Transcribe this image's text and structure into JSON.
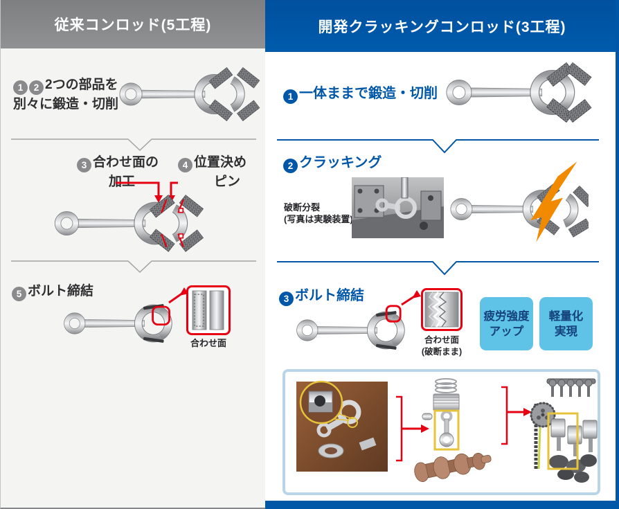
{
  "left_panel": {
    "header": "従来コンロッド(5工程)",
    "step12": {
      "num1": "1",
      "num2": "2",
      "line1": "2つの部品を",
      "line2": "別々に鍛造・切削"
    },
    "step3": {
      "num": "3",
      "line1": "合わせ面の",
      "line2": "加工"
    },
    "step4": {
      "num": "4",
      "line1": "位置決め",
      "line2": "ピン"
    },
    "step5": {
      "num": "5",
      "label": "ボルト締結"
    },
    "inset_caption": "合わせ面"
  },
  "right_panel": {
    "header": "開発クラッキングコンロッド(3工程)",
    "step1": {
      "num": "1",
      "label": "一体ままで鍛造・切削"
    },
    "step2": {
      "num": "2",
      "label": "クラッキング"
    },
    "photo_caption": {
      "line1": "破断分裂",
      "line2": "(写真は実験装置)"
    },
    "step3": {
      "num": "3",
      "label": "ボルト締結"
    },
    "inset_caption": {
      "line1": "合わせ面",
      "line2": "(破断まま)"
    },
    "badges": [
      {
        "line1": "疲労強度",
        "line2": "アップ"
      },
      {
        "line1": "軽量化",
        "line2": "実現"
      }
    ]
  },
  "colors": {
    "brand_blue": "#0057a8",
    "header_gray": "#8a8a8c",
    "accent_red": "#e60012",
    "lightning_orange": "#f28a00",
    "badge_bg": "#5fc3e8",
    "badge_text": "#15427c",
    "photo_frame": "#b9d6e8"
  }
}
